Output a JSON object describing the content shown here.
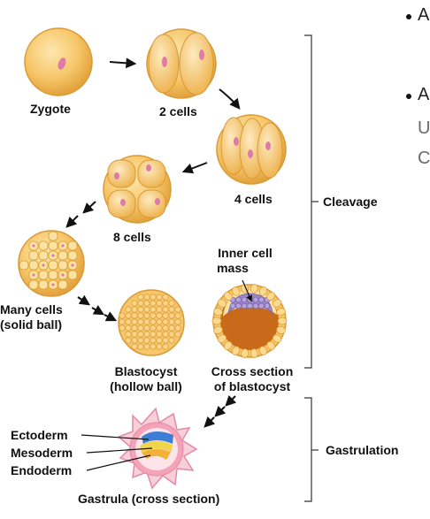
{
  "labels": {
    "zygote": "Zygote",
    "two_cells": "2 cells",
    "four_cells": "4 cells",
    "eight_cells": "8 cells",
    "many_cells_1": "Many cells",
    "many_cells_2": "(solid ball)",
    "inner_cell_mass_1": "Inner cell",
    "inner_cell_mass_2": "mass",
    "blastocyst_1": "Blastocyst",
    "blastocyst_2": "(hollow ball)",
    "cross_section_1": "Cross section",
    "cross_section_2": "of blastocyst",
    "ectoderm": "Ectoderm",
    "mesoderm": "Mesoderm",
    "endoderm": "Endoderm",
    "gastrula": "Gastrula  (cross section)",
    "cleavage": "Cleavage",
    "gastrulation": "Gastrulation",
    "cut_text_1": "A",
    "cut_text_2": "A",
    "cut_text_3": "U",
    "cut_text_4": "C"
  },
  "colors": {
    "cell_fill": "#f7c76a",
    "cell_light": "#fde3a3",
    "cell_edge": "#d79a2d",
    "nucleus": "#e07aa6",
    "inner_cell_mass": "#9c87c8",
    "blastocoel": "#c96a1a",
    "ectoderm": "#3b7ed6",
    "mesoderm": "#f0d54a",
    "endoderm": "#f2b23a",
    "gastrula_outer": "#f4a3b8"
  }
}
